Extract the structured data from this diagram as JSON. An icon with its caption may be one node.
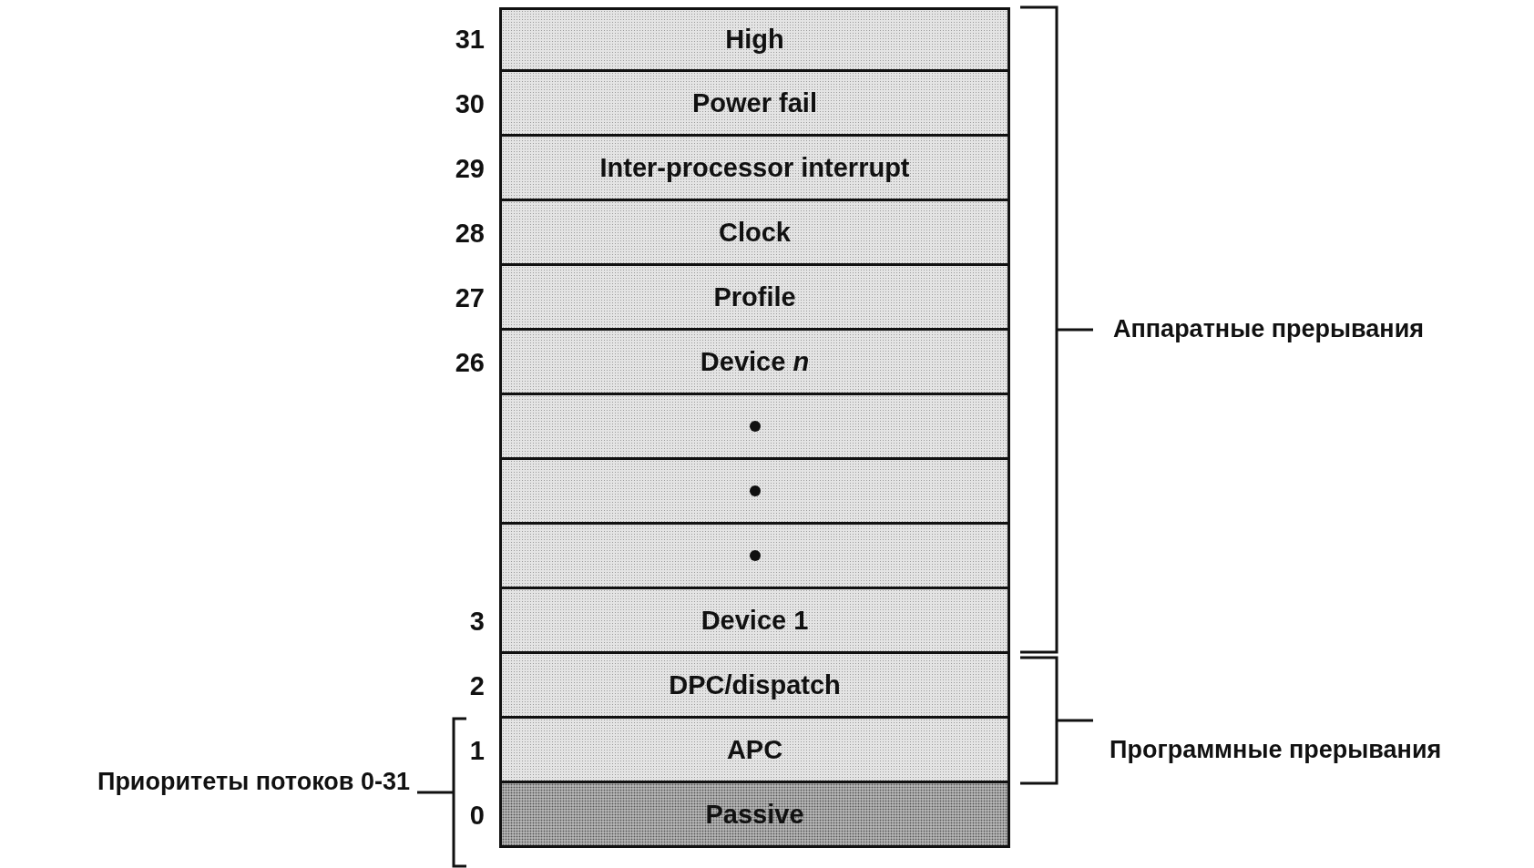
{
  "diagram": {
    "nodes": [
      {
        "text": [
          "High"
        ],
        "beside": [
          "31"
        ]
      },
      {
        "text": [
          "Power fail"
        ],
        "beside": [
          "30"
        ]
      },
      {
        "text": [
          "Inter-processor interrupt"
        ],
        "beside": [
          "29"
        ]
      },
      {
        "text": [
          "Clock"
        ],
        "beside": [
          "28"
        ]
      },
      {
        "text": [
          "Profile"
        ],
        "beside": [
          "27"
        ]
      },
      {
        "text": [
          "Device *n*"
        ],
        "beside": [
          "26"
        ]
      },
      {
        "text": [],
        "shape": "box"
      },
      {
        "text": [],
        "shape": "box"
      },
      {
        "text": [],
        "shape": "box"
      },
      {
        "text": [
          "Device 1"
        ],
        "beside": [
          "3"
        ]
      },
      {
        "text": [
          "DPC/dispatch"
        ],
        "beside": [
          "2"
        ]
      },
      {
        "text": [
          "APC"
        ],
        "beside": [
          "1"
        ]
      },
      {
        "text": [
          "Passive"
        ],
        "beside": [
          "0"
        ]
      }
    ],
    "labels": [
      "Аппаратные прерывания",
      "Программные прерывания",
      "Приоритеты потоков 0-31"
    ]
  }
}
